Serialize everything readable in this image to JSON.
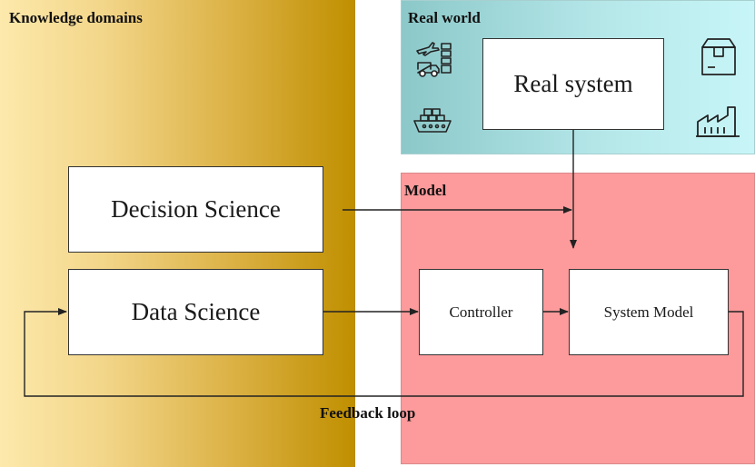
{
  "panels": {
    "knowledge_title": "Knowledge domains",
    "realworld_title": "Real world",
    "model_title": "Model"
  },
  "boxes": {
    "decision_science": "Decision Science",
    "data_science": "Data Science",
    "real_system": "Real system",
    "controller": "Controller",
    "system_model": "System Model"
  },
  "labels": {
    "feedback_loop": "Feedback loop"
  },
  "icons": [
    "plane-truck-cargo-icon",
    "cargo-ship-icon",
    "package-box-icon",
    "factory-icon"
  ],
  "colors": {
    "knowledge_gradient_start": "#fde9ac",
    "knowledge_gradient_end": "#c08f00",
    "realworld_gradient_start": "#8cc8c9",
    "realworld_gradient_end": "#c8f6f8",
    "model_fill": "#fd9a9b"
  }
}
